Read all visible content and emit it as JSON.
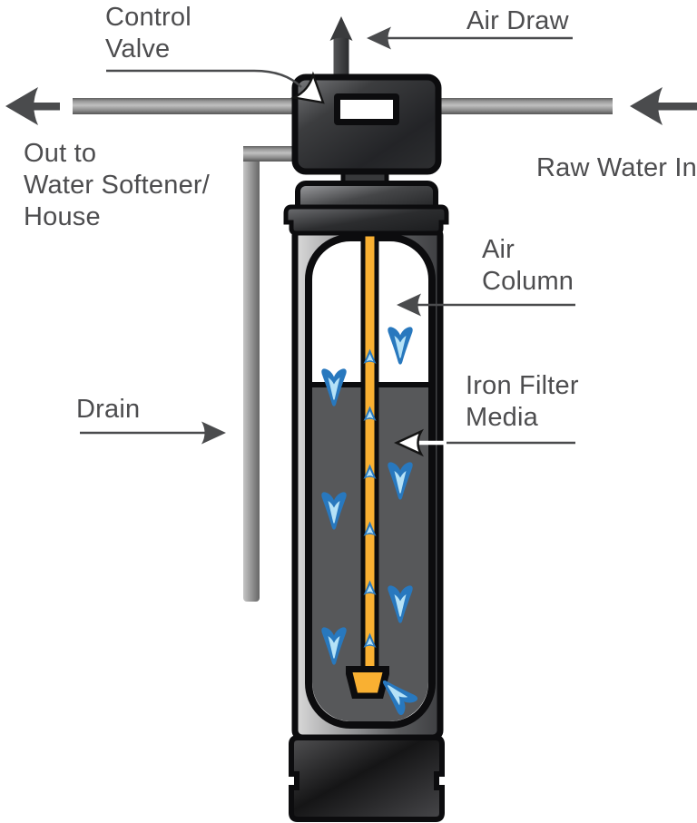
{
  "title": "Air-injection iron filter diagram",
  "labels": {
    "control_valve": "Control\nValve",
    "air_draw": "Air Draw",
    "out_to": "Out to\nWater Softener/\nHouse",
    "raw_water_in": "Raw Water In",
    "drain": "Drain",
    "air_column": "Air\nColumn",
    "iron_filter_media": "Iron Filter\nMedia"
  },
  "icons": {
    "out-flow-arrow-icon": "large gray arrow pointing left (treated water out)",
    "raw-water-arrow-icon": "large gray arrow pointing left into inlet pipe",
    "air-draw-pipe-arrow-icon": "dark arrow pointing up out of valve vent pipe",
    "air-draw-label-arrow-icon": "gray arrow pointing left at vent pipe",
    "drain-label-arrow-icon": "gray arrow pointing right at drain pipe",
    "air-column-label-arrow-icon": "gray arrow pointing left into air column",
    "iron-media-label-arrow-icon": "white arrow pointing left into filter media",
    "control-valve-leader-arrow-icon": "white arrow pointing at control valve",
    "flow-down-arrow-icon": "blue arrow, water flowing down through media",
    "riser-up-arrow-icon": "small blue arrow, water rising in distributor tube"
  },
  "colors": {
    "label_text": "#4d4d4f",
    "leader_line": "#4a4b4d",
    "pipe_gray": "#9b9b9b",
    "media_gray": "#57585a",
    "riser_yellow": "#f9b032",
    "flow_blue": "#2878be",
    "flow_blue_light": "#b5e2f7",
    "outline_black": "#0c0c0e",
    "air_column_white": "#ffffff"
  }
}
